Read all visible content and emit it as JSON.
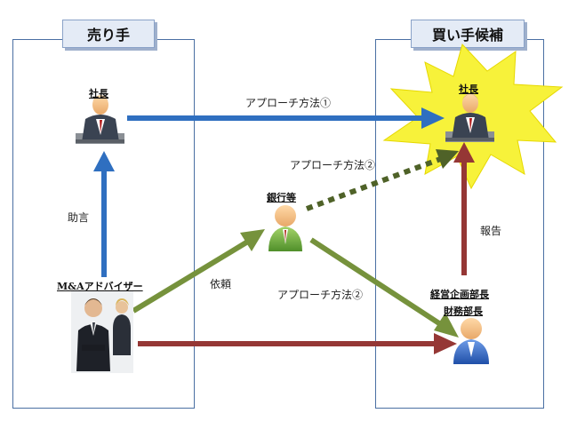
{
  "seller": {
    "header": "売り手",
    "president_label": "社長",
    "advisor_label": "M&Aアドバイザー"
  },
  "buyer": {
    "header": "買い手候補",
    "president_label": "社長",
    "manager_label_1": "経営企画部長",
    "manager_label_2": "財務部長"
  },
  "bank": {
    "label": "銀行等"
  },
  "arrows": {
    "approach1": "アプローチ方法①",
    "approach2_top": "アプローチ方法②",
    "approach2_bottom": "アプローチ方法②",
    "advice": "助言",
    "request": "依頼",
    "report": "報告"
  },
  "colors": {
    "blue": "#2f6fc0",
    "green": "#76923c",
    "red": "#953735",
    "burst": "#f7f23a",
    "frame": "#4a6fa3"
  }
}
